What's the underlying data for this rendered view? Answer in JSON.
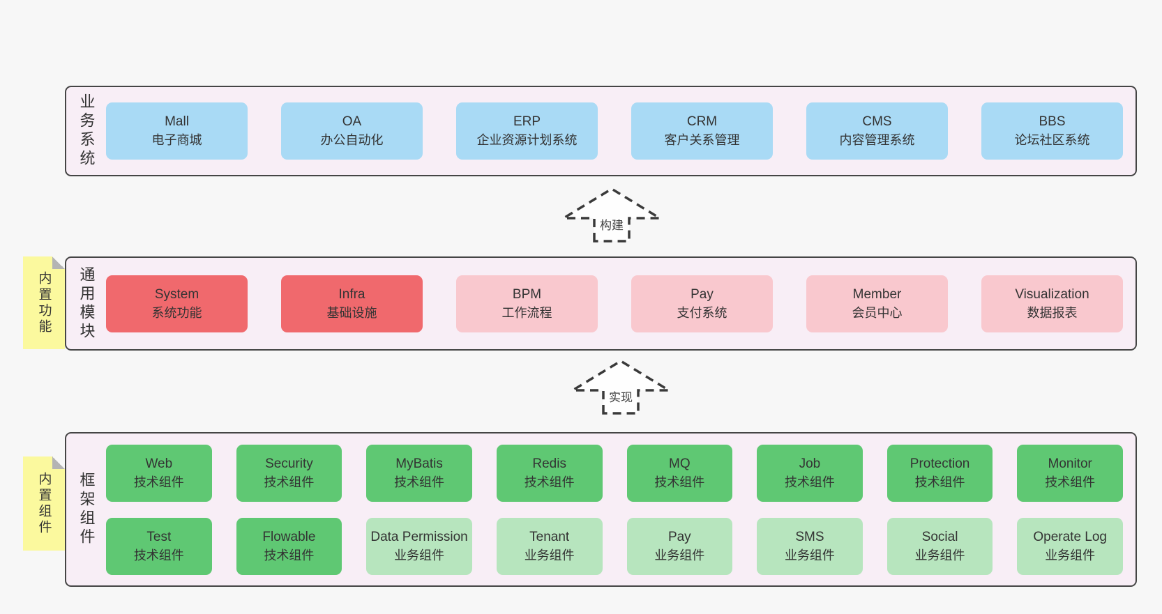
{
  "colors": {
    "page_bg": "#f7f7f7",
    "band_bg": "#f8eef6",
    "band_border": "#454545",
    "blue_box": "#a9daf5",
    "red_box": "#f0696d",
    "pink_box": "#f9c8ce",
    "green_dark_box": "#5fc873",
    "green_light_box": "#b7e5be",
    "sticky_yellow": "#fbf99e",
    "sticky_fold": "#b4b4b4",
    "text": "#333333"
  },
  "bands": [
    {
      "label": "业务系统",
      "boxes": [
        {
          "name": "Mall",
          "desc": "电子商城"
        },
        {
          "name": "OA",
          "desc": "办公自动化"
        },
        {
          "name": "ERP",
          "desc": "企业资源计划系统"
        },
        {
          "name": "CRM",
          "desc": "客户关系管理"
        },
        {
          "name": "CMS",
          "desc": "内容管理系统"
        },
        {
          "name": "BBS",
          "desc": "论坛社区系统"
        }
      ]
    },
    {
      "label": "通用模块",
      "sticky": "内置功能",
      "boxes": [
        {
          "name": "System",
          "desc": "系统功能"
        },
        {
          "name": "Infra",
          "desc": "基础设施"
        },
        {
          "name": "BPM",
          "desc": "工作流程"
        },
        {
          "name": "Pay",
          "desc": "支付系统"
        },
        {
          "name": "Member",
          "desc": "会员中心"
        },
        {
          "name": "Visualization",
          "desc": "数据报表"
        }
      ]
    },
    {
      "label": "框架组件",
      "sticky": "内置组件",
      "rows": [
        [
          {
            "name": "Web",
            "desc": "技术组件"
          },
          {
            "name": "Security",
            "desc": "技术组件"
          },
          {
            "name": "MyBatis",
            "desc": "技术组件"
          },
          {
            "name": "Redis",
            "desc": "技术组件"
          },
          {
            "name": "MQ",
            "desc": "技术组件"
          },
          {
            "name": "Job",
            "desc": "技术组件"
          },
          {
            "name": "Protection",
            "desc": "技术组件"
          },
          {
            "name": "Monitor",
            "desc": "技术组件"
          }
        ],
        [
          {
            "name": "Test",
            "desc": "技术组件"
          },
          {
            "name": "Flowable",
            "desc": "技术组件"
          },
          {
            "name": "Data Permission",
            "desc": "业务组件"
          },
          {
            "name": "Tenant",
            "desc": "业务组件"
          },
          {
            "name": "Pay",
            "desc": "业务组件"
          },
          {
            "name": "SMS",
            "desc": "业务组件"
          },
          {
            "name": "Social",
            "desc": "业务组件"
          },
          {
            "name": "Operate Log",
            "desc": "业务组件"
          }
        ]
      ]
    }
  ],
  "arrows": [
    {
      "label": "构建"
    },
    {
      "label": "实现"
    }
  ]
}
